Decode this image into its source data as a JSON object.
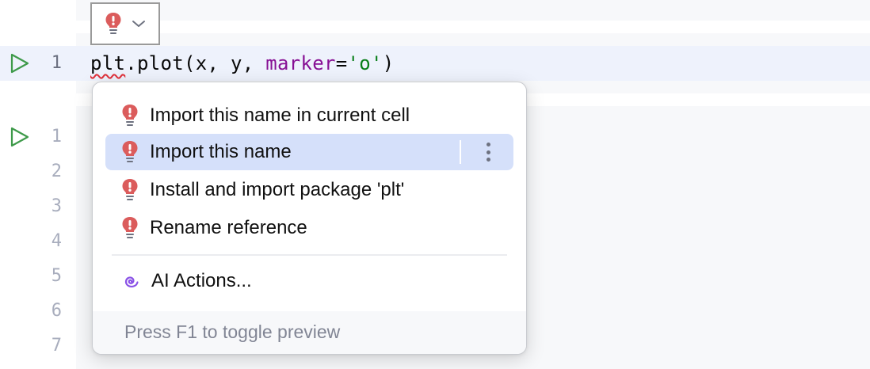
{
  "intention_button": {
    "icon": "error-lightbulb-icon",
    "chevron": "chevron-down-icon"
  },
  "cells": [
    {
      "lines": [
        {
          "number": "1",
          "tokens": [
            {
              "text": "plt",
              "kind": "error"
            },
            {
              "text": ".plot(x, y, ",
              "kind": "plain"
            },
            {
              "text": "marker",
              "kind": "keyword"
            },
            {
              "text": "=",
              "kind": "plain"
            },
            {
              "text": "'o'",
              "kind": "string"
            },
            {
              "text": ")",
              "kind": "plain"
            }
          ]
        }
      ]
    },
    {
      "line_numbers": [
        "1",
        "2",
        "3",
        "4",
        "5",
        "6",
        "7"
      ]
    }
  ],
  "popup": {
    "items": [
      {
        "label": "Import this name in current cell",
        "icon": "error-lightbulb-icon"
      },
      {
        "label": "Import this name",
        "icon": "error-lightbulb-icon",
        "selected": true
      },
      {
        "label": "Install and import package 'plt'",
        "icon": "error-lightbulb-icon"
      },
      {
        "label": "Rename reference",
        "icon": "error-lightbulb-icon"
      }
    ],
    "ai_item": {
      "label": "AI Actions...",
      "icon": "ai-spiral-icon"
    },
    "footer": "Press F1 to toggle preview"
  },
  "colors": {
    "run": "#3e9a4a",
    "error_bulb": "#db5c5c",
    "selection": "#d5e0fa",
    "line_highlight": "#eef2fc",
    "ai": "#8a52e6"
  }
}
